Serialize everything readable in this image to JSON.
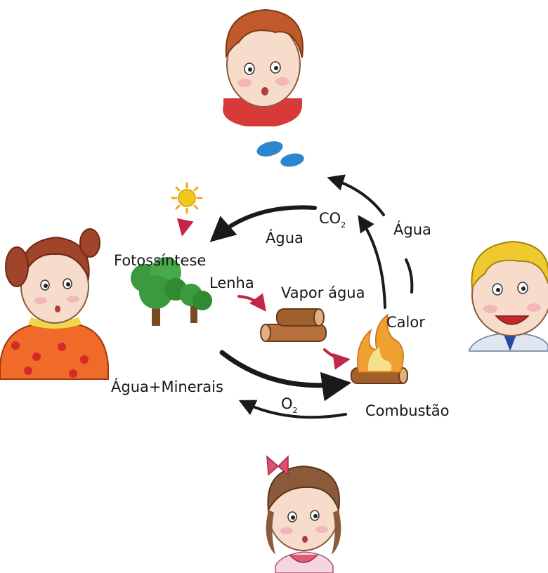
{
  "labels": {
    "co2": "CO",
    "co2_sub": "2",
    "agua_top": "Água",
    "agua_right": "Água",
    "fotossintese": "Fotossíntese",
    "lenha": "Lenha",
    "vapor_agua": "Vapor água",
    "calor": "Calor",
    "agua_minerais": "Água+Minerais",
    "o2": "O",
    "o2_sub": "2",
    "combustao": "Combustão"
  },
  "icons": {
    "sun": "sun-icon",
    "clouds": "cloud-icon",
    "trees": "tree-icon",
    "logs": "logs-icon",
    "fire": "campfire-icon",
    "arrow_accent": "red-arrow-icon",
    "children": [
      "boy-redhead-icon",
      "girl-pigtails-icon",
      "boy-blond-icon",
      "girl-bow-icon"
    ]
  },
  "colors": {
    "arrow_dark": "#1a1a1a",
    "arrow_red": "#c2264a",
    "sun": "#f2c81a",
    "clouds": "#2a86cf",
    "foliage": "#3b9a3e",
    "fire": "#f0a030"
  }
}
